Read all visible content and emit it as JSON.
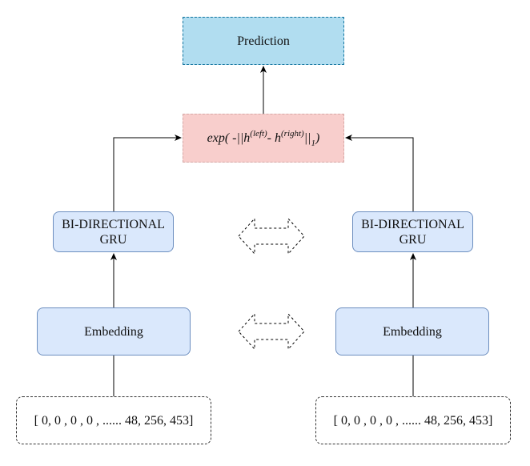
{
  "prediction": "Prediction",
  "similarity": {
    "prefix": "exp( -||h",
    "sup_left": "(left)",
    "middle": "- h",
    "sup_right": "(right)",
    "after": "||",
    "sub": "1",
    "suffix": ")"
  },
  "left": {
    "gru": "BI-DIRECTIONAL GRU",
    "embedding": "Embedding",
    "input": "[ 0, 0 , 0 , 0 , ...... 48, 256, 453]"
  },
  "right": {
    "gru": "BI-DIRECTIONAL GRU",
    "embedding": "Embedding",
    "input": "[ 0, 0 , 0 , 0 , ...... 48, 256, 453]"
  },
  "colors": {
    "prediction_fill": "#b1ddf0",
    "similarity_fill": "#f8cecc",
    "layer_fill": "#dae8fc"
  }
}
